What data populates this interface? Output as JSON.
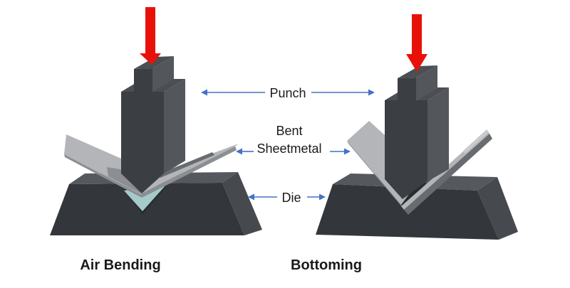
{
  "diagram": {
    "labels": {
      "punch": "Punch",
      "bent_sheetmetal": "Bent Sheetmetal",
      "die": "Die"
    },
    "captions": {
      "left": "Air Bending",
      "right": "Bottoming"
    },
    "icons": {
      "press_force": "red-down-arrow",
      "pointer": "blue-line-arrow"
    },
    "colors": {
      "background": "#ffffff",
      "label_text": "#1a1a1a",
      "press_arrow_red": "#e81109",
      "pointer_blue": "#4472c4",
      "punch_front": "#3b3e43",
      "punch_side": "#53565b",
      "punch_top": "#4b4e52",
      "die_front": "#33363a",
      "die_top": "#55585d",
      "die_side": "#46494e",
      "groove_shadow": "#2a2d30",
      "sheet_top": "#b3b5b8",
      "sheet_edge": "#8b8e92",
      "sheet_shadow": "#686b6f",
      "sheet_highlight": "#c9cbce",
      "air_gap_teal": "#a4cbca"
    }
  }
}
